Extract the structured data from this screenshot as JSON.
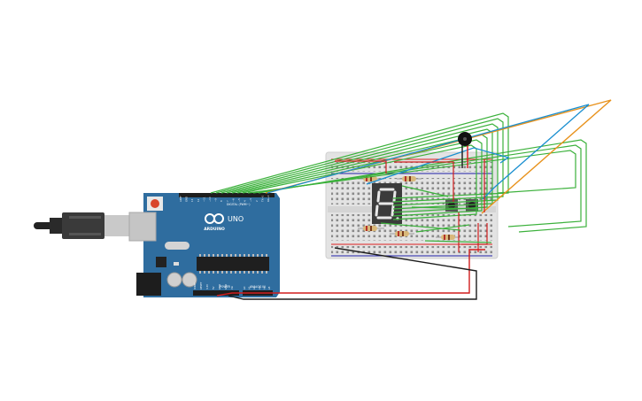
{
  "board": {
    "brand": "ARDUINO",
    "model": "UNO",
    "digital_label": "DIGITAL (PWM~)",
    "power_label": "POWER",
    "analog_label": "ANALOG IN",
    "digital_pins": [
      "AREF",
      "GND",
      "13",
      "12",
      "~11",
      "~10",
      "~9",
      "8",
      "7",
      "~6",
      "~5",
      "4",
      "~3",
      "2",
      "TX→1",
      "RX←0"
    ],
    "power_pins": [
      "IOREF",
      "RESET",
      "3.3V",
      "5V",
      "GND",
      "GND",
      "Vin"
    ],
    "analog_pins": [
      "A0",
      "A1",
      "A2",
      "A3",
      "A4",
      "A5"
    ],
    "color": "#2f6d9f"
  },
  "wire_colors": {
    "green": "#3bb13b",
    "orange": "#e8921c",
    "blue": "#1a8fd0",
    "red": "#d11d1d",
    "black": "#1c1c1c"
  }
}
